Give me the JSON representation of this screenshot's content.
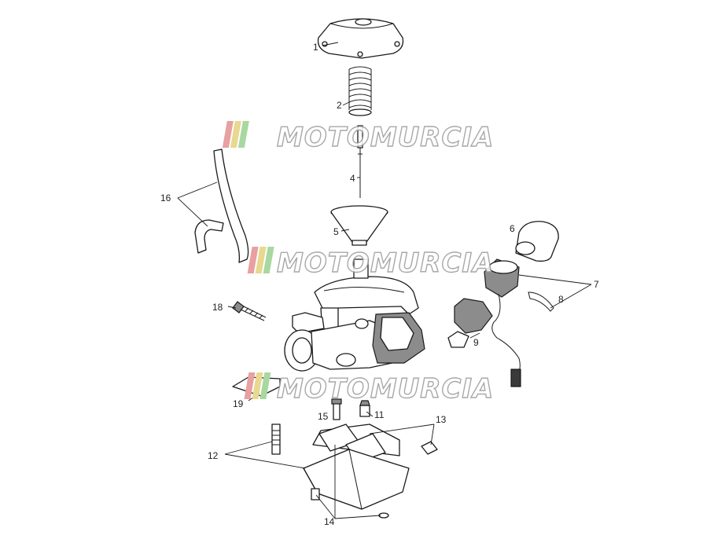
{
  "watermark": {
    "text": "MOTOMURCIA",
    "stripe_colors": [
      "#e8a0a0",
      "#e8d890",
      "#a8d8a0"
    ]
  },
  "callouts": [
    {
      "id": "1",
      "label": "1"
    },
    {
      "id": "2",
      "label": "2"
    },
    {
      "id": "4",
      "label": "4"
    },
    {
      "id": "5",
      "label": "5"
    },
    {
      "id": "6",
      "label": "6"
    },
    {
      "id": "7",
      "label": "7"
    },
    {
      "id": "8",
      "label": "8"
    },
    {
      "id": "9",
      "label": "9"
    },
    {
      "id": "11",
      "label": "11"
    },
    {
      "id": "12",
      "label": "12"
    },
    {
      "id": "13",
      "label": "13"
    },
    {
      "id": "14",
      "label": "14"
    },
    {
      "id": "15",
      "label": "15"
    },
    {
      "id": "16",
      "label": "16"
    },
    {
      "id": "18",
      "label": "18"
    },
    {
      "id": "19",
      "label": "19"
    }
  ],
  "colors": {
    "line": "#1a1a1a",
    "background": "#ffffff",
    "watermark_outline": "#9a9a9a"
  }
}
